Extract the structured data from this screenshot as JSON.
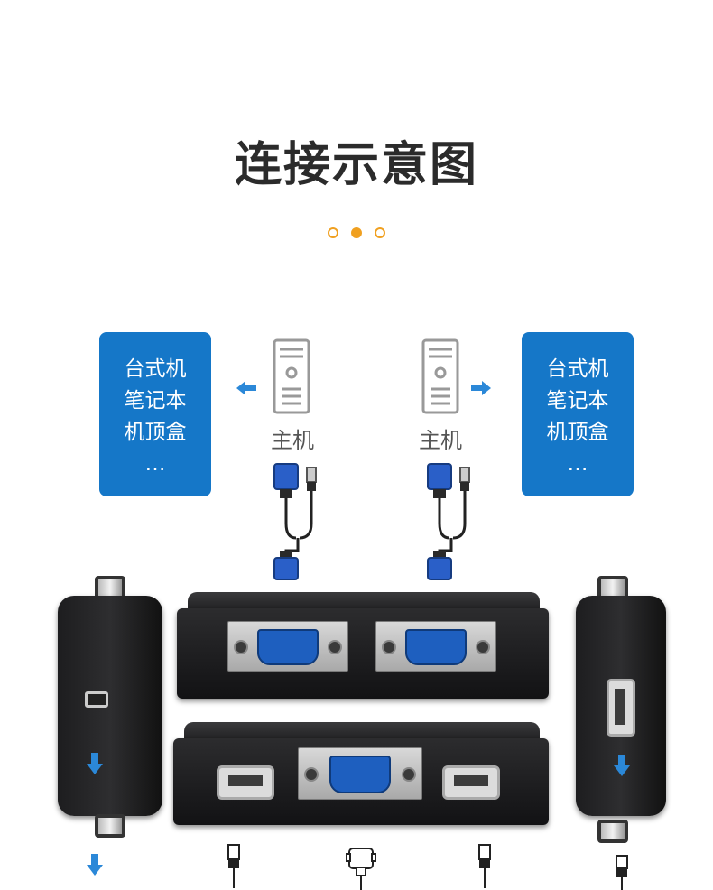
{
  "header": {
    "title": "连接示意图",
    "dots": [
      {
        "active": false
      },
      {
        "active": true
      },
      {
        "active": false
      }
    ]
  },
  "left_devices": {
    "lines": [
      "台式机",
      "笔记本",
      "机顶盒",
      "…"
    ]
  },
  "right_devices": {
    "lines": [
      "台式机",
      "笔记本",
      "机顶盒",
      "…"
    ]
  },
  "host_left": {
    "label": "主机",
    "icon": "computer-tower-icon"
  },
  "host_right": {
    "label": "主机",
    "icon": "computer-tower-icon"
  },
  "colors": {
    "accent_blue": "#1577c8",
    "dot_orange": "#f0a020",
    "title_text": "#2b2b2b",
    "vga_blue": "#1e5fbf"
  }
}
